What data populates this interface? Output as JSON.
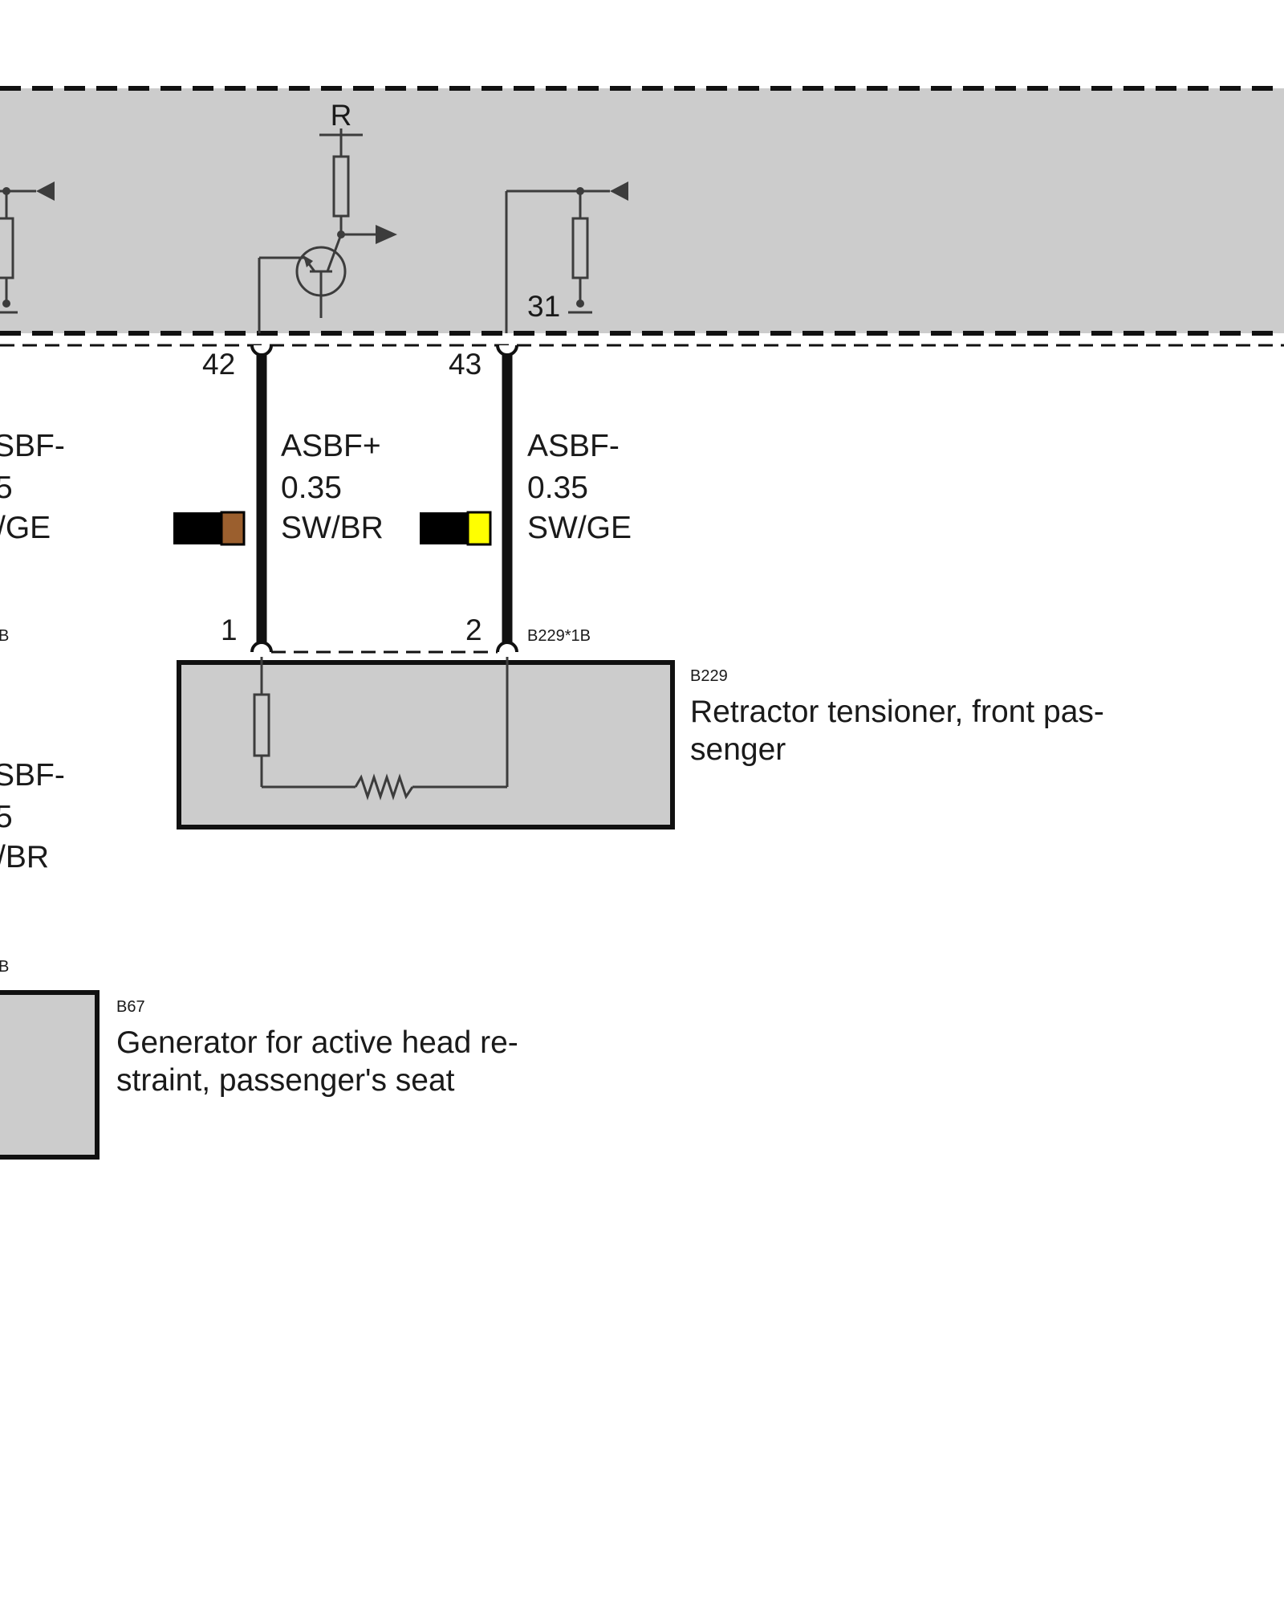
{
  "control_unit": {
    "supply_label": "R",
    "ground_label": "31"
  },
  "connector_pins": {
    "left_pin": "42",
    "right_pin": "43"
  },
  "wires": {
    "left": {
      "signal": "ASBF+",
      "cross_section": "0.35",
      "color_code": "SW/BR",
      "color_main": "#000000",
      "color_stripe": "#9b5f2e"
    },
    "right": {
      "signal": "ASBF-",
      "cross_section": "0.35",
      "color_code": "SW/GE",
      "color_main": "#000000",
      "color_stripe": "#ffff00"
    }
  },
  "cut_off_left": {
    "upper": {
      "line1": "SBF-",
      "line2": "5",
      "line3": "/GE",
      "connector": "B"
    },
    "lower": {
      "line1": "SBF-",
      "line2": "5",
      "line3": "/BR",
      "connector": "B"
    }
  },
  "component_b229": {
    "connector_id": "B229*1B",
    "pin1": "1",
    "pin2": "2",
    "id": "B229",
    "desc_line1": "Retractor tensioner, front pas-",
    "desc_line2": "senger"
  },
  "component_b67": {
    "id": "B67",
    "desc_line1": "Generator for active head re-",
    "desc_line2": "straint, passenger's seat"
  },
  "colors": {
    "module_fill": "#cccccc",
    "wire": "#111111",
    "trace": "#3c3c3c"
  }
}
